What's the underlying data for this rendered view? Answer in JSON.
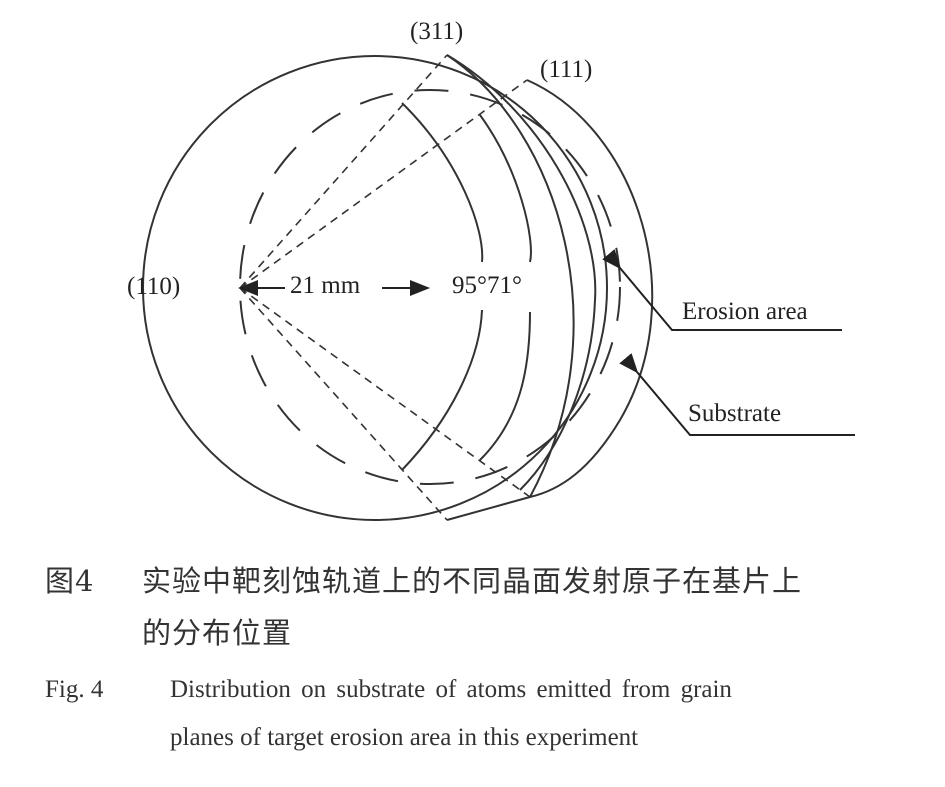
{
  "diagram": {
    "labels": {
      "p311": "(311)",
      "p111": "(111)",
      "p110": "(110)",
      "distance": "21 mm",
      "angles": "95°71°",
      "erosion": "Erosion area",
      "substrate": "Substrate"
    }
  },
  "caption": {
    "cn_num": "图4",
    "cn_line1": "实验中靶刻蚀轨道上的不同晶面发射原子在基片上",
    "cn_line2": "的分布位置",
    "en_num": "Fig. 4",
    "en_line1": "Distribution on substrate of atoms emitted from grain",
    "en_line2": "planes of target erosion area in this experiment"
  }
}
